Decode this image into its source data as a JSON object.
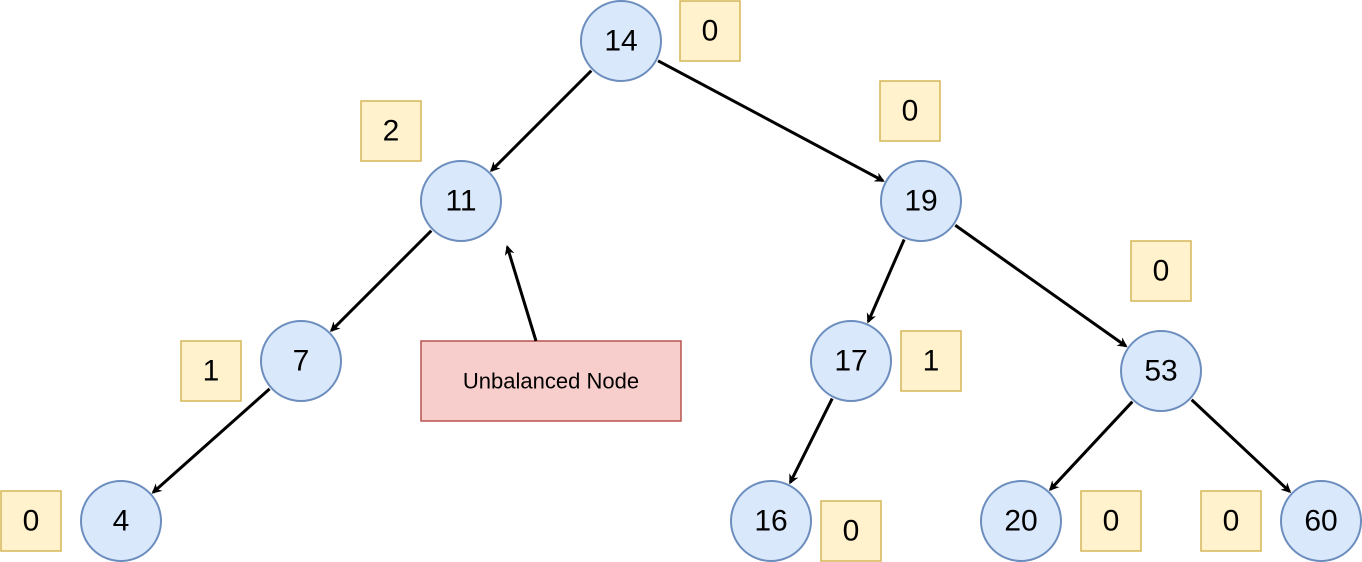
{
  "nodes": [
    {
      "id": "n14",
      "label": "14",
      "balance": "0"
    },
    {
      "id": "n11",
      "label": "11",
      "balance": "2"
    },
    {
      "id": "n19",
      "label": "19",
      "balance": "0"
    },
    {
      "id": "n7",
      "label": "7",
      "balance": "1"
    },
    {
      "id": "n4",
      "label": "4",
      "balance": "0"
    },
    {
      "id": "n17",
      "label": "17",
      "balance": "1"
    },
    {
      "id": "n16",
      "label": "16",
      "balance": "0"
    },
    {
      "id": "n53",
      "label": "53",
      "balance": "0"
    },
    {
      "id": "n20",
      "label": "20",
      "balance": "0"
    },
    {
      "id": "n60",
      "label": "60",
      "balance": "0"
    }
  ],
  "edges": [
    {
      "from": "n14",
      "to": "n11"
    },
    {
      "from": "n14",
      "to": "n19"
    },
    {
      "from": "n11",
      "to": "n7"
    },
    {
      "from": "n7",
      "to": "n4"
    },
    {
      "from": "n19",
      "to": "n17"
    },
    {
      "from": "n19",
      "to": "n53"
    },
    {
      "from": "n17",
      "to": "n16"
    },
    {
      "from": "n53",
      "to": "n20"
    },
    {
      "from": "n53",
      "to": "n60"
    }
  ],
  "callout": {
    "label": "Unbalanced Node",
    "target": "n11"
  },
  "colors": {
    "node_fill": "#dae8fc",
    "node_stroke": "#6c8ebf",
    "balance_fill": "#fff2cc",
    "balance_stroke": "#d6b656",
    "callout_fill": "#f8cecc",
    "callout_stroke": "#b85450",
    "edge": "#000000"
  }
}
